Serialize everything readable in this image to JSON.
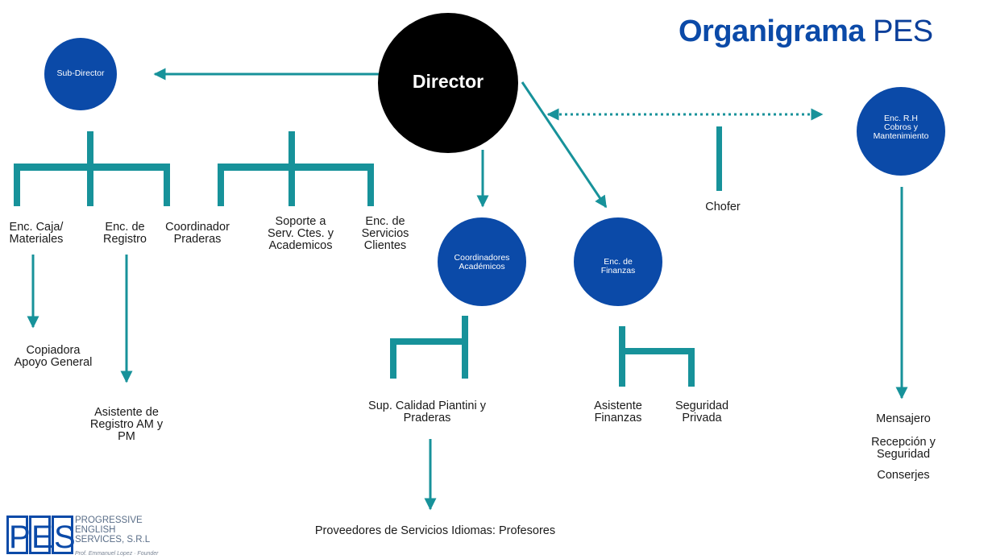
{
  "header": {
    "title_bold": "Organigrama",
    "title_light": "PES"
  },
  "nodes": {
    "director": "Director",
    "subdirector": "Sub-Director",
    "rh": [
      "Enc. R.H",
      "Cobros y",
      "Mantenimiento"
    ],
    "coordinadores": [
      "Coordinadores",
      "Académicos"
    ],
    "finanzas": [
      "Enc. de",
      "Finanzas"
    ]
  },
  "labels": {
    "caja": [
      "Enc. Caja/",
      "Materiales"
    ],
    "registro": [
      "Enc. de",
      "Registro"
    ],
    "coordinador": [
      "Coordinador",
      "Praderas"
    ],
    "soporte": [
      "Soporte a",
      "Serv. Ctes. y",
      "Academicos"
    ],
    "servicios": [
      "Enc. de",
      "Servicios",
      "Clientes"
    ],
    "chofer": "Chofer",
    "copiadora": [
      "Copiadora",
      "Apoyo General"
    ],
    "asistente_registro": [
      "Asistente de",
      "Registro AM y",
      "PM"
    ],
    "sup_calidad": [
      "Sup. Calidad Piantini y",
      "Praderas"
    ],
    "asistente_finanzas": [
      "Asistente",
      "Finanzas"
    ],
    "seguridad": [
      "Seguridad",
      "Privada"
    ],
    "mensajero": "Mensajero",
    "recepcion": [
      "Recepción y",
      "Seguridad"
    ],
    "conserjes": "Conserjes",
    "proveedores": "Proveedores de Servicios Idiomas: Profesores"
  },
  "logo": {
    "letters": [
      "P",
      "E",
      "S"
    ],
    "company_lines": [
      "PROGRESSIVE",
      "ENGLISH",
      "SERVICES, S.R.L"
    ],
    "tagline": "Prof. Emmanuel Lopez · Founder"
  },
  "colors": {
    "teal": "#17929a",
    "blue": "#0b4aa8",
    "director": "#000000"
  }
}
